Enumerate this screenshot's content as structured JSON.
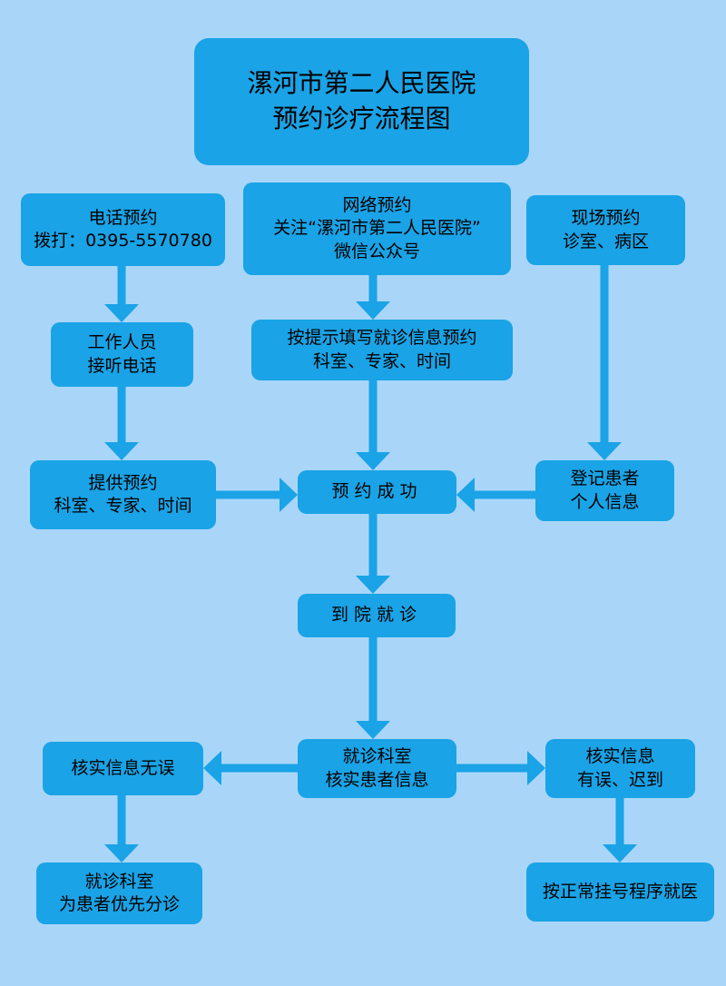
{
  "title": {
    "line1": "漯河市第二人民医院",
    "line2": "预约诊疗流程图"
  },
  "colors": {
    "background": "#a9d6f8",
    "node": "#1aa3e6",
    "arrow": "#1aa3e6",
    "text": "#000000"
  },
  "nodes": {
    "phone_booking": {
      "line1": "电话预约",
      "line2": "拨打：0395-5570780"
    },
    "online_booking": {
      "line1": "网络预约",
      "line2": "关注“漯河市第二人民医院”",
      "line3": "微信公众号"
    },
    "onsite_booking": {
      "line1": "现场预约",
      "line2": "诊室、病区"
    },
    "staff_answer": {
      "line1": "工作人员",
      "line2": "接听电话"
    },
    "fill_info": {
      "line1": "按提示填写就诊信息预约",
      "line2": "科室、专家、时间"
    },
    "provide_booking": {
      "line1": "提供预约",
      "line2": "科室、专家、时间"
    },
    "booking_success": {
      "line1": "预约成功"
    },
    "register_patient": {
      "line1": "登记患者",
      "line2": "个人信息"
    },
    "arrive_hospital": {
      "line1": "到院就诊"
    },
    "dept_verify": {
      "line1": "就诊科室",
      "line2": "核实患者信息"
    },
    "verify_ok": {
      "line1": "核实信息无误"
    },
    "verify_error": {
      "line1": "核实信息",
      "line2": "有误、迟到"
    },
    "priority_consult": {
      "line1": "就诊科室",
      "line2": "为患者优先分诊"
    },
    "normal_registration": {
      "line1": "按正常挂号程序就医"
    }
  }
}
